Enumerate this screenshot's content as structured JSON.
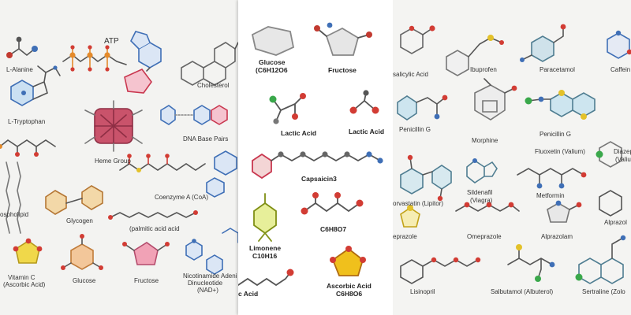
{
  "left_panel": {
    "l_alanine": "L-Alanine",
    "atp": "ATP",
    "l_tryptophan": "L-Tryptophan",
    "cholesterol": "Cholesterol",
    "heme_group": "Heme Group",
    "dna_base_pairs": "DNA Base Pairs",
    "phospholipid": "ospholipid",
    "glycogen": "Glycogen",
    "coenzyme_a": "Coenzyme A (CoA)",
    "palmitic_acid": "(palmitic acid acid",
    "vitamin_c_1": "Vitamin C",
    "vitamin_c_2": "(Ascorbic Acid)",
    "glucose": "Glucose",
    "fructose": "Fructose",
    "nicotinamide_1": "Nicotinamide Adeni",
    "nicotinamide_2": "Dinucleotide",
    "nicotinamide_3": "(NAD+)"
  },
  "middle_panel": {
    "glucose_1": "Glucose",
    "glucose_2": "(C6H12O6",
    "fructose": "Fructose",
    "lactic_acid_1": "Lactic Acid",
    "lactic_acid_2": "Lactic Acid",
    "capsaicin": "Capsaicin3",
    "limonene_1": "Limonene",
    "limonene_2": "C10H16",
    "c6h8o7": "C6H8O7",
    "acid_partial": "c Acid",
    "ascorbic_1": "Ascorbic Acid",
    "ascorbic_2": "C6H8O6"
  },
  "right_panel": {
    "salicylic": "salicylic Acid",
    "ibuprofen": "Ibuprofen",
    "paracetamol": "Paracetamol",
    "caffeine": "Caffein",
    "penicillin_g_1": "Penicillin G",
    "morphine": "Morphine",
    "penicillin_g_2": "Penicillin G",
    "fluoxetine": "Fluoxetin (Valium)",
    "diazepam_1": "Diazep",
    "diazepam_2": "(Valiu",
    "atorvastatin": "orvastatin (Lipitor)",
    "sildenafil_1": "Sildenafil",
    "sildenafil_2": "(Viagra)",
    "metformin": "Metformin",
    "omeprazole_1": "eprazole",
    "omeprazole_2": "Omeprazole",
    "alprazolam_1": "Alprazolam",
    "alprazolam_2": "Alprazol",
    "lisinopril": "Lisinopril",
    "salbutamol": "Salbutamol (Albuterol)",
    "sertraline": "Sertraline (Zolo"
  },
  "colors": {
    "oxygen": "#d23c34",
    "nitrogen": "#3f6fb6",
    "carbon": "#4a4a4a",
    "sulfur": "#e3c12a",
    "phosphorus": "#e48a2a",
    "chlorine": "#3aa84b",
    "heme": "#b5465a"
  }
}
